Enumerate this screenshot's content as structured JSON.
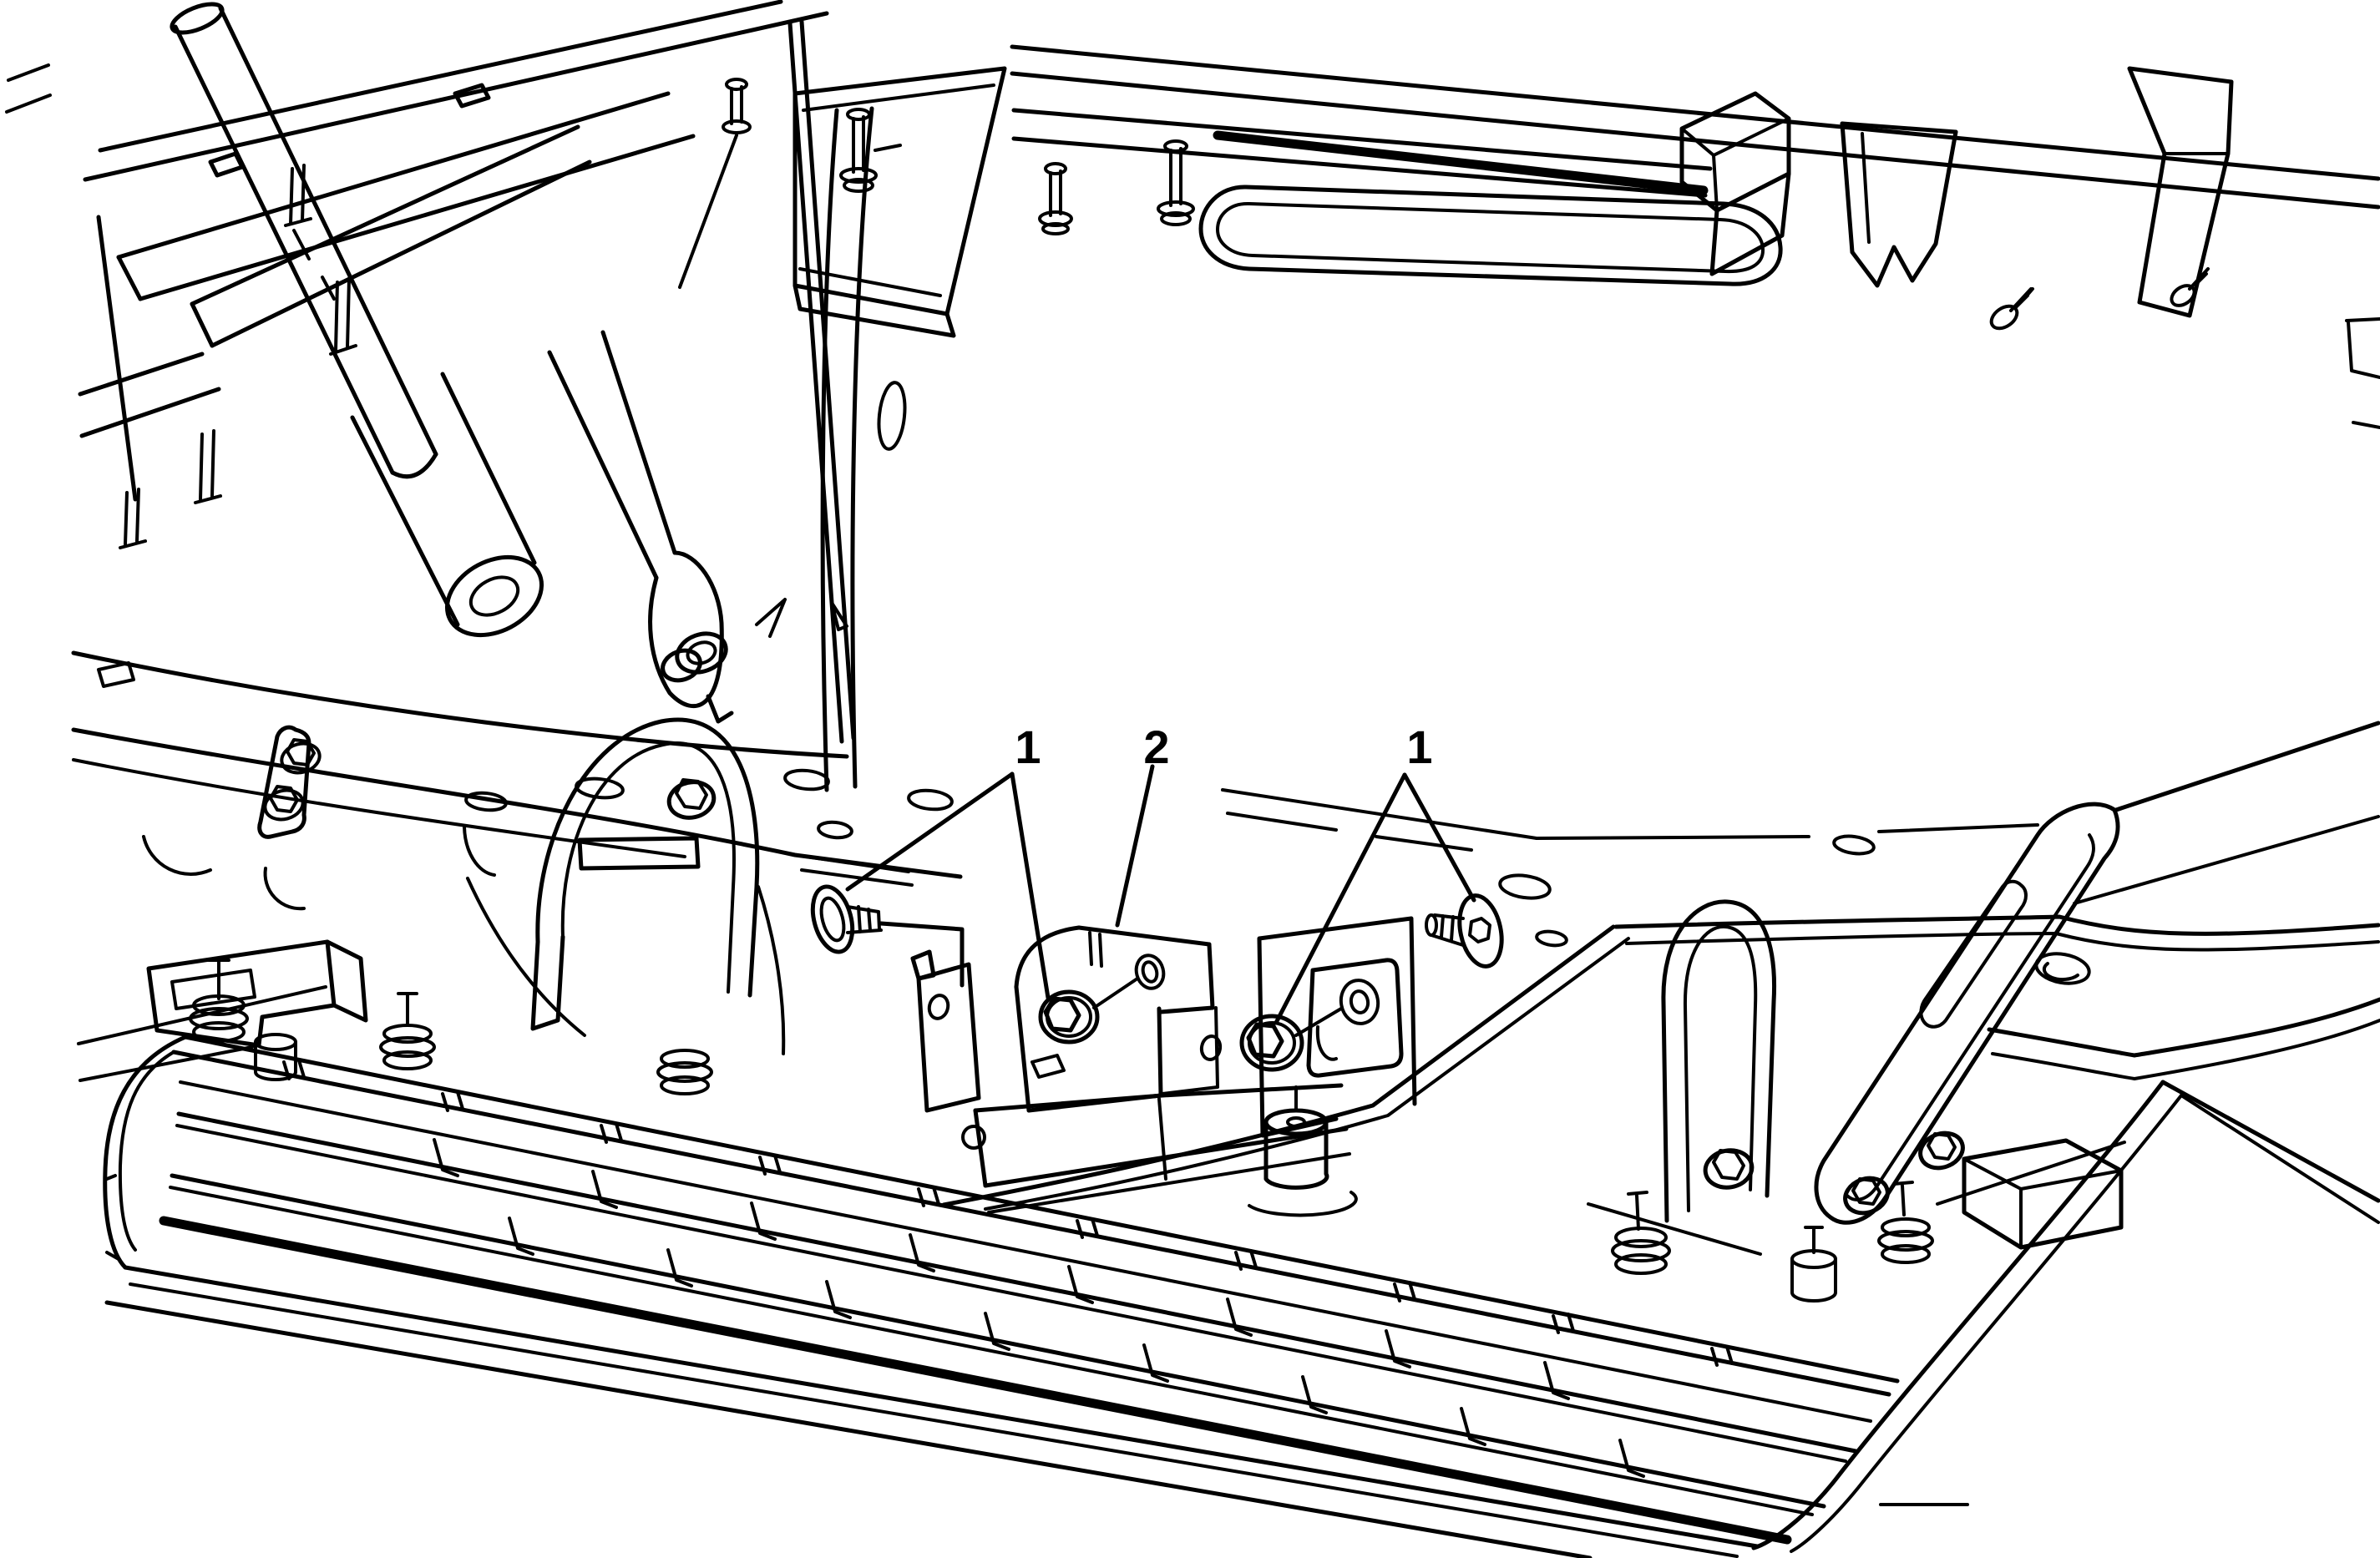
{
  "figure": {
    "kind": "service-manual line illustration",
    "subject": "Front end / radiator support with grille bracket and mounting bolts",
    "background_color": "#ffffff",
    "line_color": "#000000"
  },
  "callouts": [
    {
      "label": "1",
      "points_to": "bracket mounting bolt and nut (left)"
    },
    {
      "label": "2",
      "points_to": "grille center bracket"
    },
    {
      "label": "1",
      "points_to": "bracket mounting bolt and nut (right)"
    }
  ]
}
